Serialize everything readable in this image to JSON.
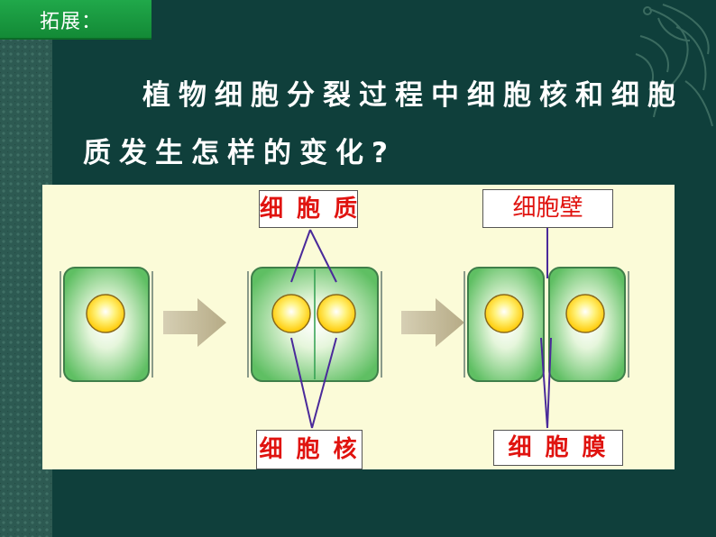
{
  "badge": {
    "label": "拓展："
  },
  "question": {
    "line1": "植物细胞分裂过程中细胞核和细胞",
    "line2": "质发生怎样的变化?"
  },
  "diagram": {
    "labels": {
      "cytoplasm": "细 胞 质",
      "cell_wall": "细胞壁",
      "nucleus": "细 胞 核",
      "cell_membrane": "细 胞 膜"
    }
  },
  "colors": {
    "background": "#0f3e3a",
    "badge": "#17963f",
    "panel": "#fbfbd8",
    "label_text": "#e0130f",
    "pointer_lines": "#4a2a9a",
    "cell_green": "#6cc36c",
    "nucleus_yellow": "#ffd000"
  },
  "icons": [
    "phoenix-ornament",
    "right-arrow"
  ]
}
